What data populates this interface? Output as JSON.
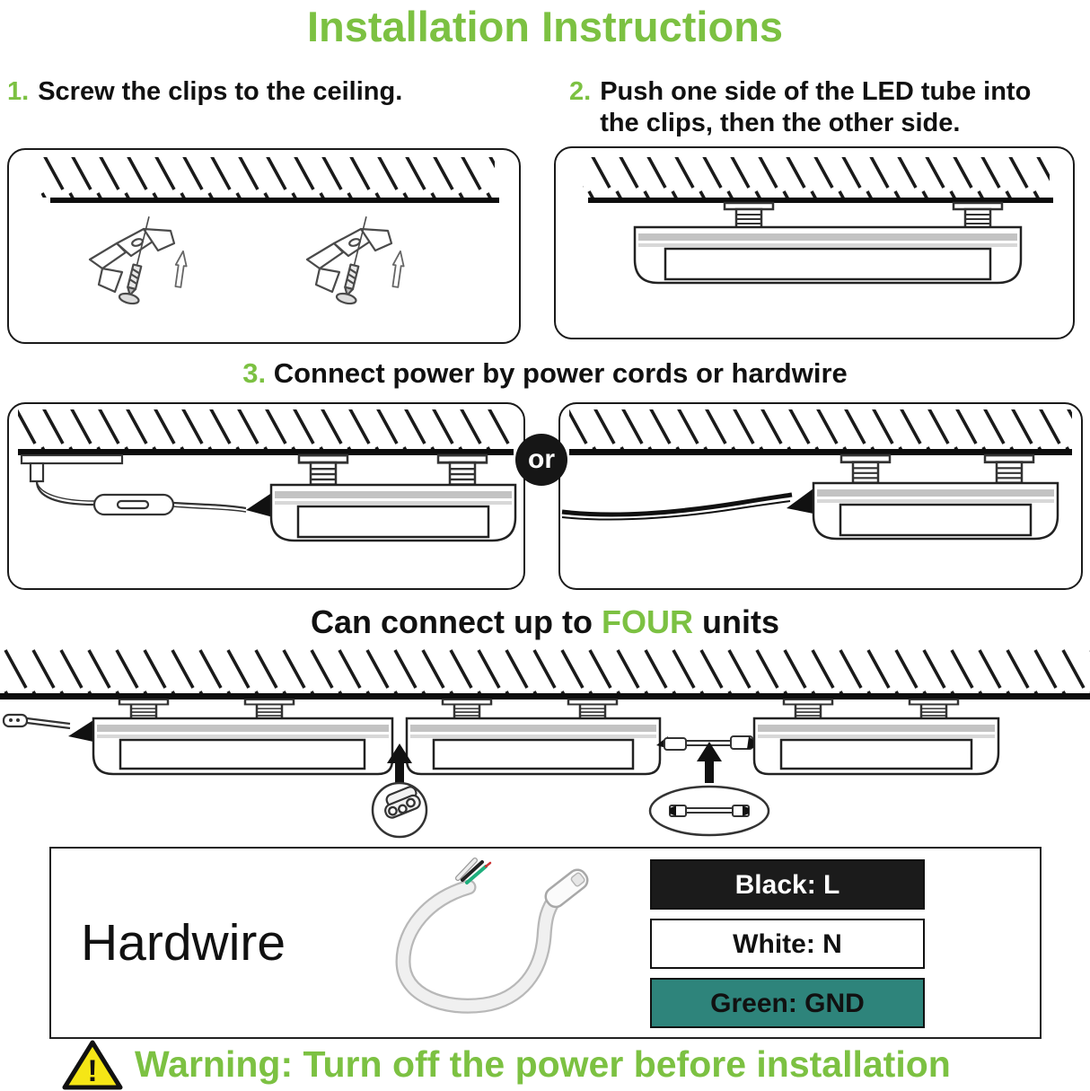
{
  "colors": {
    "accent_green": "#7cc142",
    "teal": "#2e847b",
    "label_black_bg": "#1b1b1b",
    "badge_black": "#161616",
    "warning_yellow": "#f5e616"
  },
  "title": "Installation Instructions",
  "steps": [
    {
      "number": "1.",
      "text": "Screw the clips to the ceiling."
    },
    {
      "number": "2.",
      "text": "Push one side of the LED tube into the clips, then the other side."
    },
    {
      "number": "3.",
      "text": "Connect power by power cords or hardwire"
    }
  ],
  "or_badge": "or",
  "connect_note": {
    "prefix": "Can connect up to ",
    "highlight": "FOUR",
    "suffix": " units"
  },
  "hardwire_panel": {
    "title": "Hardwire",
    "wire_labels": [
      {
        "text": "Black: L",
        "bg": "#1b1b1b",
        "fg": "#ffffff"
      },
      {
        "text": "White: N",
        "bg": "#ffffff",
        "fg": "#111111"
      },
      {
        "text": "Green: GND",
        "bg": "#2e847b",
        "fg": "#111111"
      }
    ]
  },
  "warning": {
    "icon_glyph": "!",
    "text": "Warning: Turn off the power before installation"
  }
}
